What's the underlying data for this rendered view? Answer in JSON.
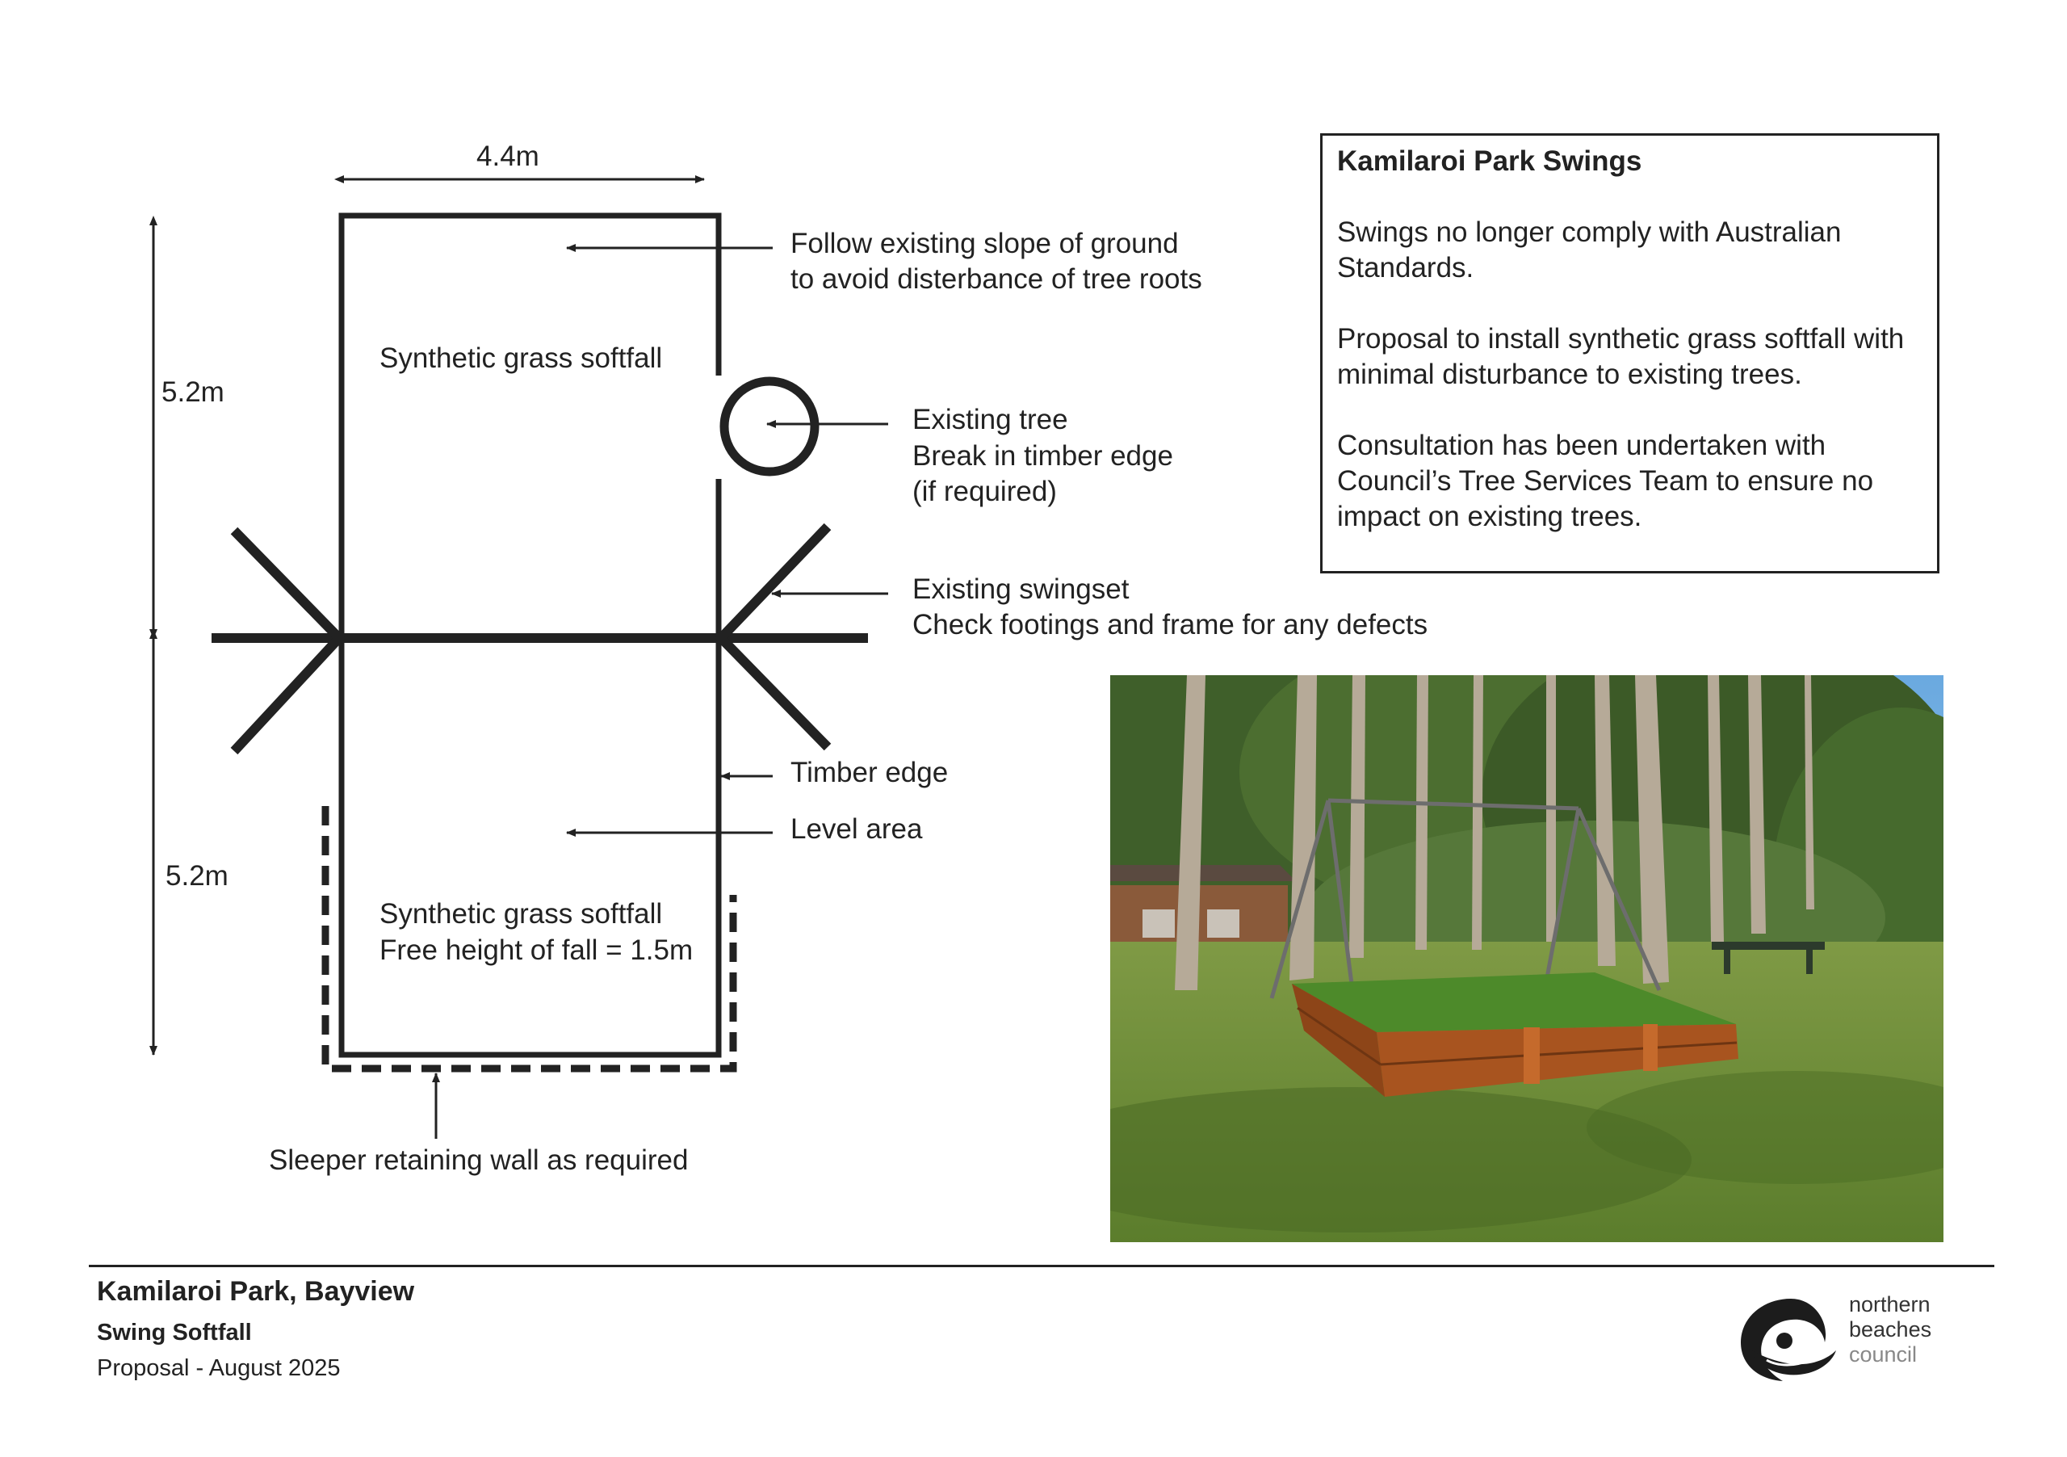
{
  "dimensions": {
    "width_label": "4.4m",
    "upper_length_label": "5.2m",
    "lower_length_label": "5.2m"
  },
  "areas": {
    "upper_label": "Synthetic grass softfall",
    "lower_label_1": "Synthetic grass softfall",
    "lower_label_2": "Free height of fall = 1.5m"
  },
  "callouts": {
    "slope_1": "Follow existing slope of ground",
    "slope_2": "to avoid disterbance of tree roots",
    "tree_1": "Existing tree",
    "tree_2": "Break in timber edge",
    "tree_3": "(if required)",
    "swing_1": "Existing swingset",
    "swing_2": "Check footings and frame for any defects",
    "timber_edge": "Timber edge",
    "level_area": "Level area",
    "sleeper_wall": "Sleeper retaining wall as required"
  },
  "info_box": {
    "title": "Kamilaroi Park Swings",
    "p1": "Swings no longer comply with Australian Standards.",
    "p2": "Proposal to install synthetic grass softfall with minimal disturbance to existing trees.",
    "p3": "Consultation has been undertaken with Council’s Tree Services Team to ensure no impact on existing trees."
  },
  "footer": {
    "title": "Kamilaroi Park, Bayview",
    "subtitle": "Swing Softfall",
    "date": "Proposal - August 2025"
  },
  "logo": {
    "line1": "northern",
    "line2": "beaches",
    "line3": "council",
    "icon": "northern-beaches-wave-emblem"
  },
  "colors": {
    "line": "#222222",
    "grass": "#4d8a2a",
    "timber": "#a8541f"
  }
}
